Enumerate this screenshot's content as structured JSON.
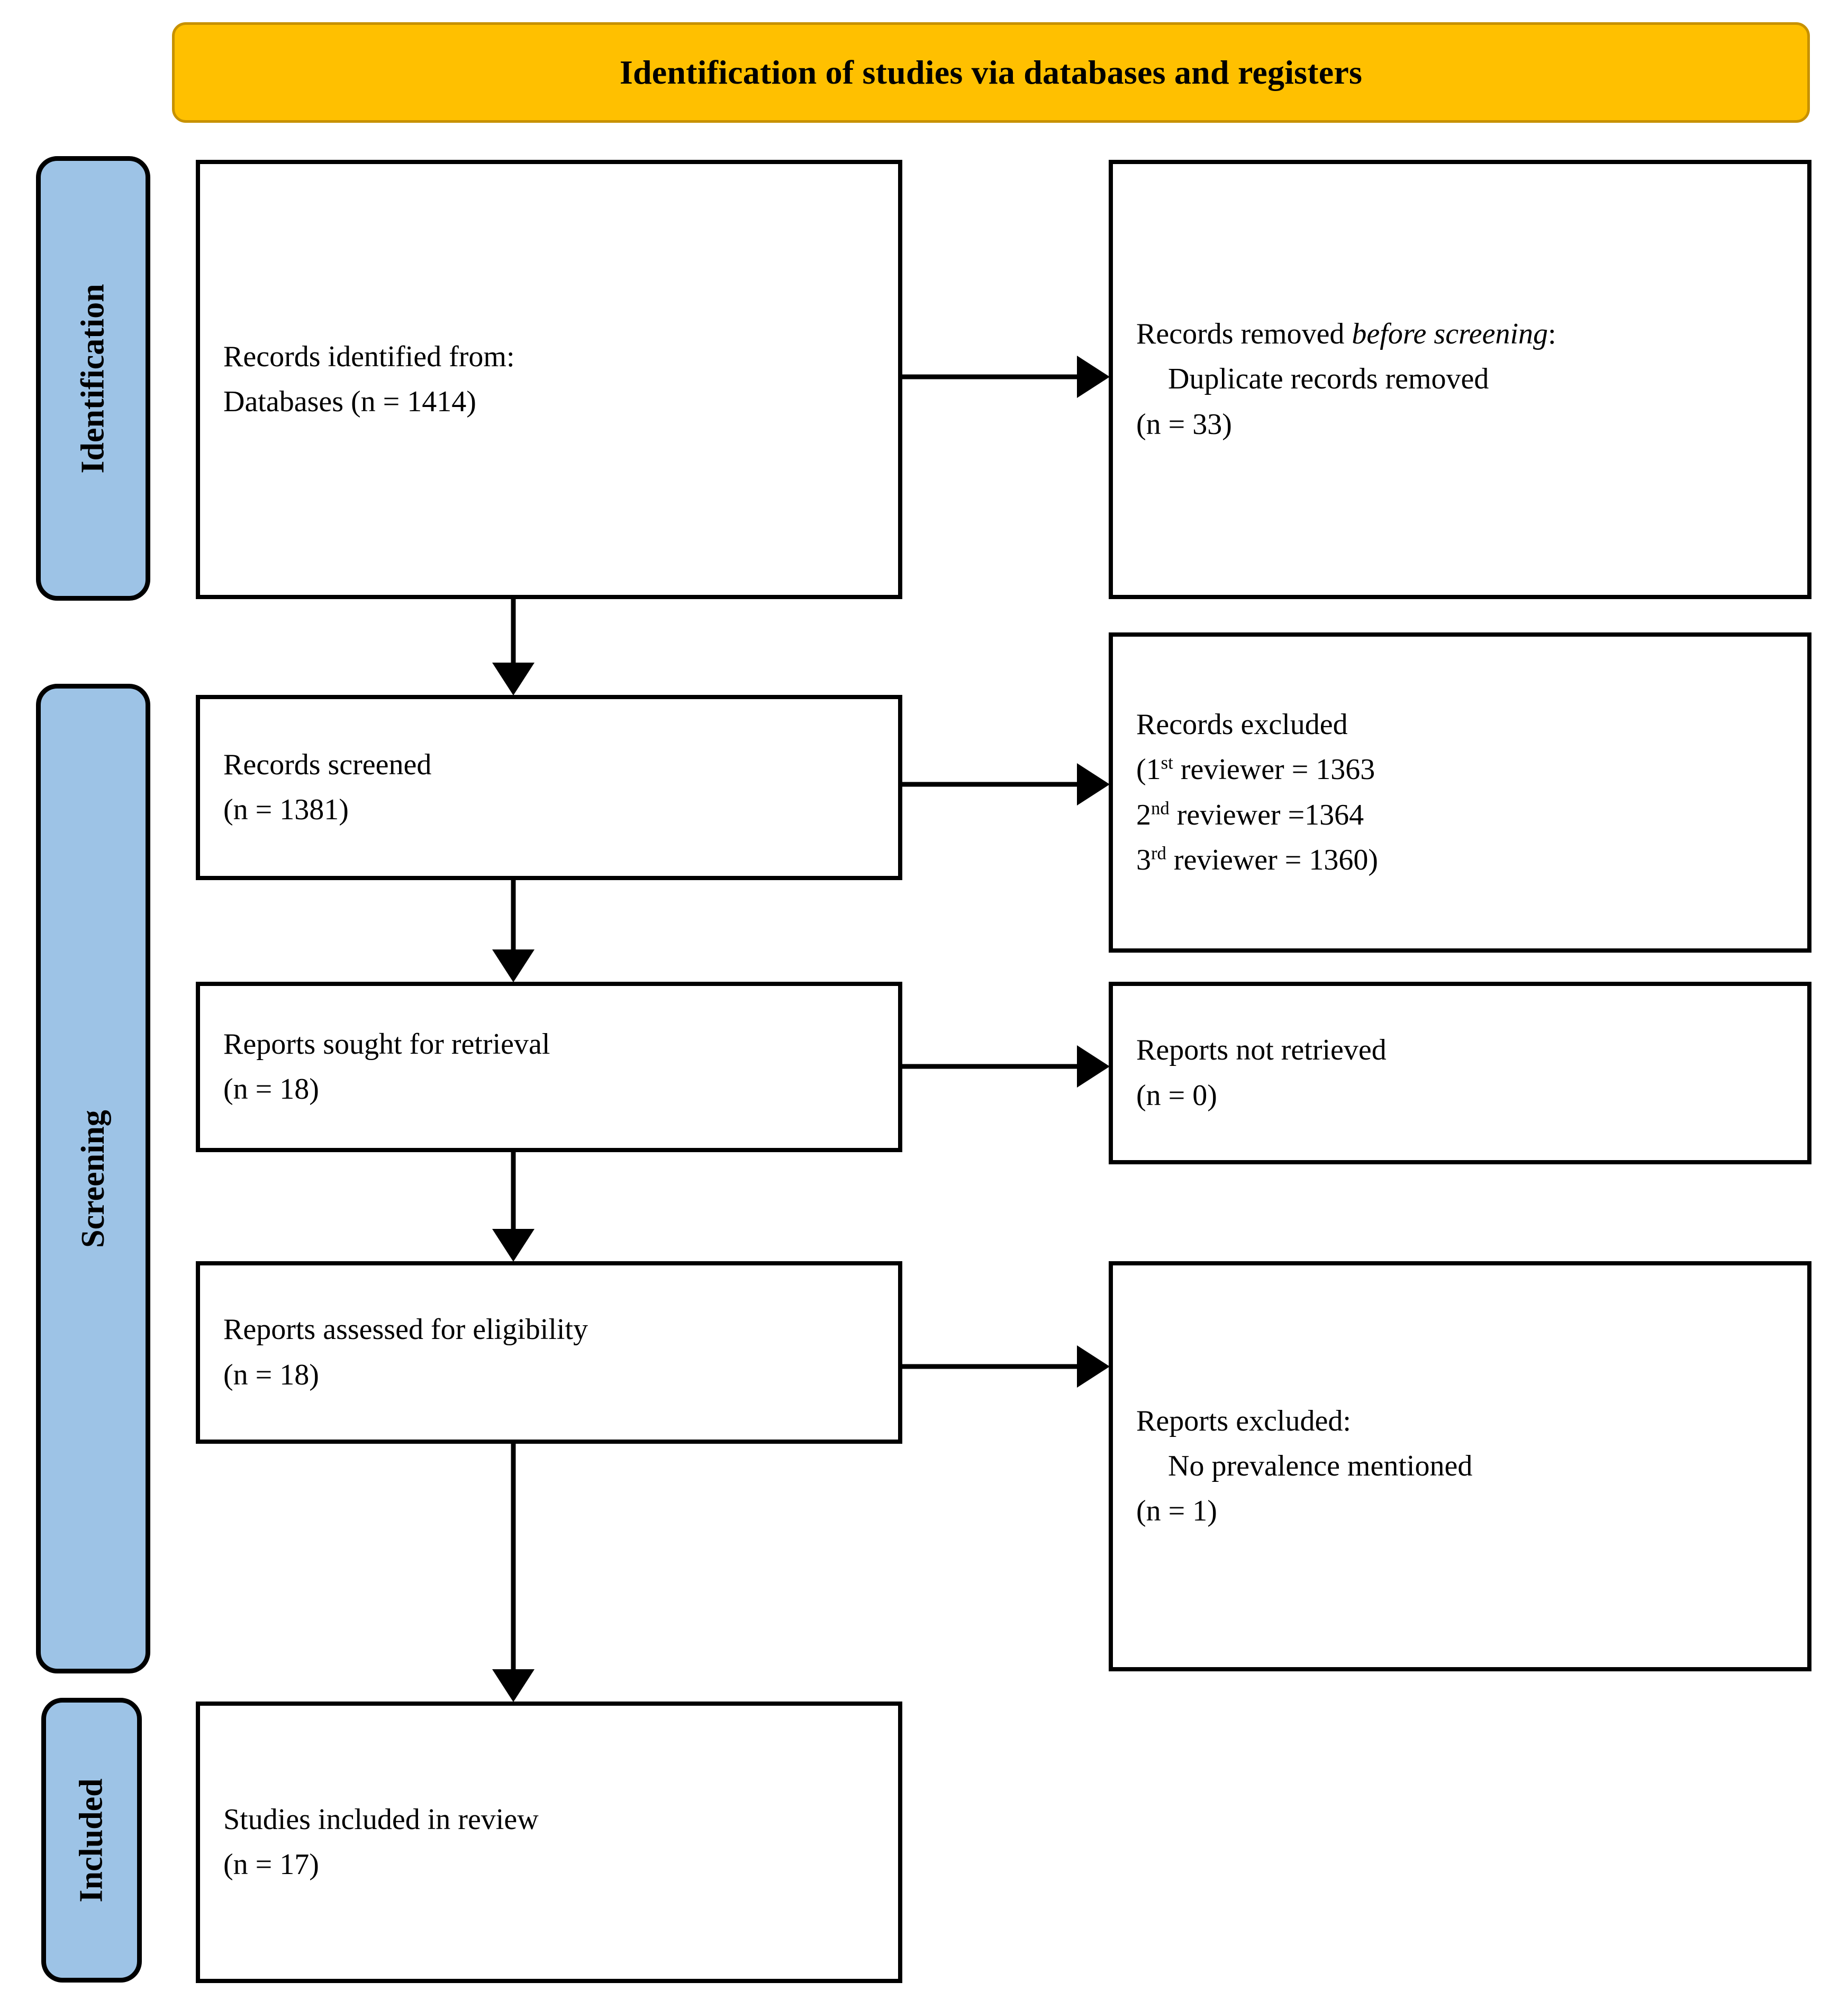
{
  "header": {
    "title": "Identification of studies via databases and registers",
    "background_color": "#FFC000",
    "border_color": "#C79100"
  },
  "stages": {
    "accent_color": "#9DC3E6",
    "items": [
      {
        "id": "identification",
        "label": "Identification"
      },
      {
        "id": "screening",
        "label": "Screening"
      },
      {
        "id": "included",
        "label": "Included"
      }
    ]
  },
  "boxes": {
    "identified": {
      "line1": "Records identified from:",
      "line2": "Databases (n = 1414)"
    },
    "removed": {
      "line1_prefix": "Records removed ",
      "line1_italic": "before screening",
      "line1_suffix": ":",
      "line2": "Duplicate records removed",
      "line3": "(n = 33)"
    },
    "screened": {
      "line1": "Records screened",
      "line2": "(n = 1381)"
    },
    "records_excluded": {
      "line1": "Records excluded",
      "line2_prefix": "(1",
      "line2_sup": "st",
      "line2_suffix": " reviewer = 1363",
      "line3_prefix": "2",
      "line3_sup": "nd",
      "line3_suffix": " reviewer =1364",
      "line4_prefix": "3",
      "line4_sup": "rd",
      "line4_suffix": " reviewer = 1360)"
    },
    "sought": {
      "line1": "Reports sought for retrieval",
      "line2": "(n = 18)"
    },
    "not_retrieved": {
      "line1": "Reports not retrieved",
      "line2": "(n = 0)"
    },
    "assessed": {
      "line1": "Reports assessed for eligibility",
      "line2": "(n = 18)"
    },
    "reports_excluded": {
      "line1": "Reports excluded:",
      "line2": "No prevalence mentioned",
      "line3": "(n = 1)"
    },
    "included_studies": {
      "line1": "Studies included in review",
      "line2": "(n = 17)"
    }
  },
  "chart_data": {
    "type": "diagram",
    "title": "Identification of studies via databases and registers",
    "nodes": [
      {
        "id": "identified",
        "stage": "Identification",
        "label": "Records identified from: Databases",
        "n": 1414
      },
      {
        "id": "removed",
        "stage": "Identification",
        "label": "Records removed before screening: Duplicate records removed",
        "n": 33
      },
      {
        "id": "screened",
        "stage": "Screening",
        "label": "Records screened",
        "n": 1381
      },
      {
        "id": "records_excluded",
        "stage": "Screening",
        "label": "Records excluded",
        "n_first_reviewer": 1363,
        "n_second_reviewer": 1364,
        "n_third_reviewer": 1360
      },
      {
        "id": "sought",
        "stage": "Screening",
        "label": "Reports sought for retrieval",
        "n": 18
      },
      {
        "id": "not_retrieved",
        "stage": "Screening",
        "label": "Reports not retrieved",
        "n": 0
      },
      {
        "id": "assessed",
        "stage": "Screening",
        "label": "Reports assessed for eligibility",
        "n": 18
      },
      {
        "id": "reports_excluded",
        "stage": "Screening",
        "label": "Reports excluded: No prevalence mentioned",
        "n": 1
      },
      {
        "id": "included_studies",
        "stage": "Included",
        "label": "Studies included in review",
        "n": 17
      }
    ],
    "edges": [
      {
        "from": "identified",
        "to": "removed",
        "direction": "right"
      },
      {
        "from": "identified",
        "to": "screened",
        "direction": "down"
      },
      {
        "from": "screened",
        "to": "records_excluded",
        "direction": "right"
      },
      {
        "from": "screened",
        "to": "sought",
        "direction": "down"
      },
      {
        "from": "sought",
        "to": "not_retrieved",
        "direction": "right"
      },
      {
        "from": "sought",
        "to": "assessed",
        "direction": "down"
      },
      {
        "from": "assessed",
        "to": "reports_excluded",
        "direction": "right"
      },
      {
        "from": "assessed",
        "to": "included_studies",
        "direction": "down"
      }
    ]
  }
}
